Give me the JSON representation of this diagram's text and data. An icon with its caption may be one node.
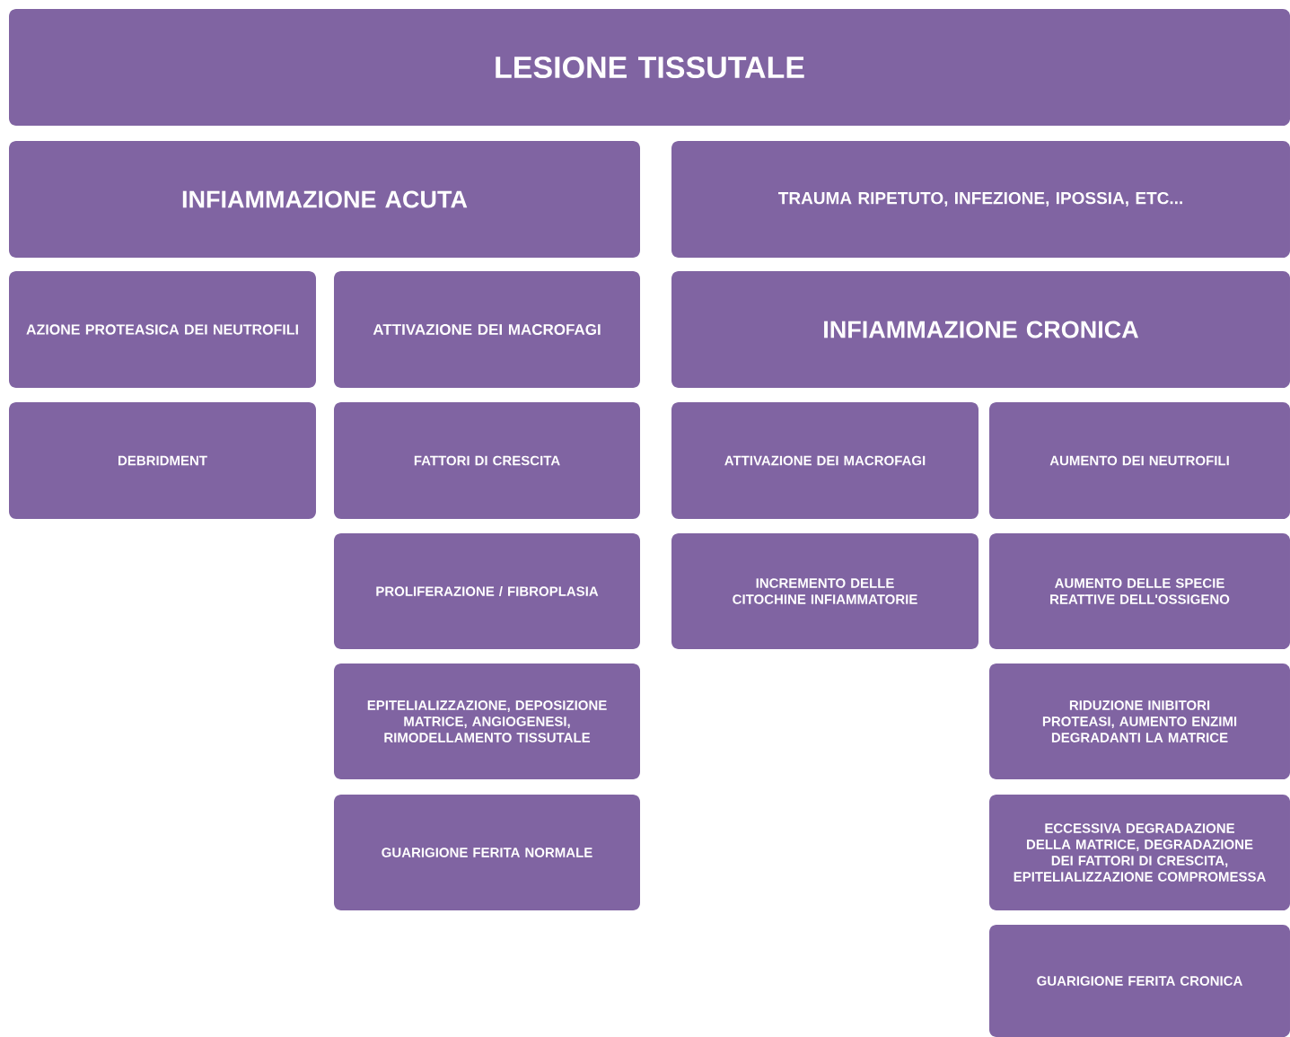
{
  "diagram": {
    "nodes": [
      {
        "text": [
          "LESIONE TISSUTALE"
        ]
      },
      {
        "text": [
          "INFIAMMAZIONE ACUTA"
        ]
      },
      {
        "text": [
          "TRAUMA RIPETUTO, INFEZIONE, IPOSSIA, ETC..."
        ]
      },
      {
        "text": [
          "AZIONE PROTEASICA DEI NEUTROFILI"
        ]
      },
      {
        "text": [
          "ATTIVAZIONE DEI MACROFAGI"
        ]
      },
      {
        "text": [
          "INFIAMMAZIONE CRONICA"
        ]
      },
      {
        "text": [
          "DEBRIDMENT"
        ]
      },
      {
        "text": [
          "FATTORI DI CRESCITA"
        ]
      },
      {
        "text": [
          "ATTIVAZIONE DEI MACROFAGI"
        ]
      },
      {
        "text": [
          "AUMENTO DEI NEUTROFILI"
        ]
      },
      {
        "text": [
          "PROLIFERAZIONE / FIBROPLASIA"
        ]
      },
      {
        "text": [
          "INCREMENTO DELLE CITOCHINE INFIAMMATORIE"
        ]
      },
      {
        "text": [
          "AUMENTO DELLE SPECIE REATTIVE DELL'OSSIGENO"
        ]
      },
      {
        "text": [
          "EPITELIALIZZAZIONE, DEPOSIZIONE MATRICE, ANGIOGENESI, RIMODELLAMENTO TISSUTALE"
        ]
      },
      {
        "text": [
          "RIDUZIONE INIBITORI PROTEASI, AUMENTO ENZIMI DEGRADANTI LA MATRICE"
        ]
      },
      {
        "text": [
          "GUARIGIONE FERITA NORMALE"
        ]
      },
      {
        "text": [
          "ECCESSIVA DEGRADAZIONE DELLA MATRICE, DEGRADAZIONE DEI FATTORI DI CRESCITA, EPITELIALIZZAZIONE COMPROMESSA"
        ]
      },
      {
        "text": [
          "GUARIGIONE FERITA CRONICA"
        ]
      }
    ]
  }
}
